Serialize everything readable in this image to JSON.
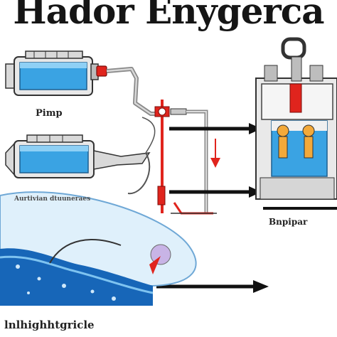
{
  "title": "Hador Enygerca",
  "labels": {
    "pump": "Pimp",
    "reservoir": "Bnpipar",
    "wave_caption": "Aurtivian dtuuneraes",
    "bottom_caption": "lnlhighhtgricle"
  },
  "colors": {
    "tank_blue": "#3aa3e3",
    "pipe_red": "#e0241d",
    "arrow_black": "#111111",
    "water_light": "#dff0fb",
    "water_deep": "#1766b8",
    "machine_gray": "#cfcfcf"
  },
  "icons": [
    "pump-tank",
    "valve",
    "reservoir-machine",
    "water-wave",
    "flow-arrow"
  ]
}
